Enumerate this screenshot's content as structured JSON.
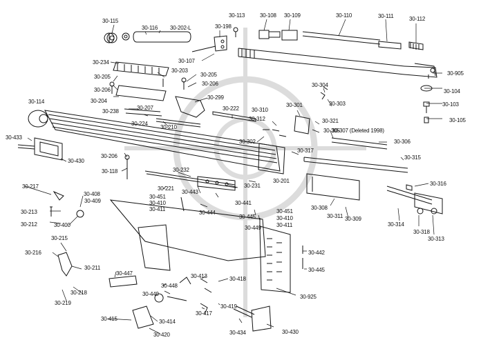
{
  "diagram": {
    "type": "exploded-parts-diagram",
    "colors": {
      "ink": "#111111",
      "watermark": "#d9d9d9",
      "background": "#ffffff"
    },
    "watermark_icon": "crosshair-scope-icon",
    "labels": [
      {
        "id": "l1",
        "text": "30-115"
      },
      {
        "id": "l2",
        "text": "30-116"
      },
      {
        "id": "l3",
        "text": "30-202-L"
      },
      {
        "id": "l4",
        "text": "30-198"
      },
      {
        "id": "l5",
        "text": "30-113"
      },
      {
        "id": "l6",
        "text": "30-108"
      },
      {
        "id": "l7",
        "text": "30-109"
      },
      {
        "id": "l8",
        "text": "30-110"
      },
      {
        "id": "l9",
        "text": "30-111"
      },
      {
        "id": "l10",
        "text": "30-112"
      },
      {
        "id": "l11",
        "text": "30-107"
      },
      {
        "id": "l12",
        "text": "30-905"
      },
      {
        "id": "l13",
        "text": "30-234"
      },
      {
        "id": "l14",
        "text": "30-203"
      },
      {
        "id": "l15",
        "text": "30-205"
      },
      {
        "id": "l16",
        "text": "30-205"
      },
      {
        "id": "l17",
        "text": "30-206"
      },
      {
        "id": "l18",
        "text": "30-206"
      },
      {
        "id": "l19",
        "text": "30-204"
      },
      {
        "id": "l20",
        "text": "30-299"
      },
      {
        "id": "l21",
        "text": "30-304"
      },
      {
        "id": "l22",
        "text": "30-104"
      },
      {
        "id": "l23",
        "text": "30-114"
      },
      {
        "id": "l24",
        "text": "30-207"
      },
      {
        "id": "l25",
        "text": "30-222"
      },
      {
        "id": "l26",
        "text": "30-310"
      },
      {
        "id": "l27",
        "text": "30-301"
      },
      {
        "id": "l28",
        "text": "30-303"
      },
      {
        "id": "l29",
        "text": "30-103"
      },
      {
        "id": "l30",
        "text": "30-238"
      },
      {
        "id": "l31",
        "text": "30-224"
      },
      {
        "id": "l32",
        "text": "30-312"
      },
      {
        "id": "l33",
        "text": "30-321"
      },
      {
        "id": "l34",
        "text": "30-105"
      },
      {
        "id": "l35",
        "text": "30-210"
      },
      {
        "id": "l36",
        "text": "30-305"
      },
      {
        "id": "l37",
        "text": "30-307 (Deleted 1998)"
      },
      {
        "id": "l38",
        "text": "30-433"
      },
      {
        "id": "l39",
        "text": "30-302"
      },
      {
        "id": "l40",
        "text": "30-306"
      },
      {
        "id": "l41",
        "text": "30-317"
      },
      {
        "id": "l42",
        "text": "30-206"
      },
      {
        "id": "l43",
        "text": "30-430"
      },
      {
        "id": "l44",
        "text": "30-315"
      },
      {
        "id": "l45",
        "text": "30-118"
      },
      {
        "id": "l46",
        "text": "30-232"
      },
      {
        "id": "l47",
        "text": "30-201"
      },
      {
        "id": "l48",
        "text": "30-316"
      },
      {
        "id": "l49",
        "text": "30-217"
      },
      {
        "id": "l50",
        "text": "30-221"
      },
      {
        "id": "l51",
        "text": "30-231"
      },
      {
        "id": "l52",
        "text": "30-408"
      },
      {
        "id": "l53",
        "text": "30-409"
      },
      {
        "id": "l54",
        "text": "30-443"
      },
      {
        "id": "l55",
        "text": "30-451"
      },
      {
        "id": "l56",
        "text": "30-410"
      },
      {
        "id": "l57",
        "text": "30-411"
      },
      {
        "id": "l58",
        "text": "30-441"
      },
      {
        "id": "l59",
        "text": "30-308"
      },
      {
        "id": "l60",
        "text": "30-213"
      },
      {
        "id": "l61",
        "text": "30-444"
      },
      {
        "id": "l62",
        "text": "30-451"
      },
      {
        "id": "l63",
        "text": "30-410"
      },
      {
        "id": "l64",
        "text": "30-311"
      },
      {
        "id": "l65",
        "text": "30-309"
      },
      {
        "id": "l66",
        "text": "30-212"
      },
      {
        "id": "l67",
        "text": "30-445"
      },
      {
        "id": "l68",
        "text": "30-411"
      },
      {
        "id": "l69",
        "text": "30-314"
      },
      {
        "id": "l70",
        "text": "30-400"
      },
      {
        "id": "l71",
        "text": "30-449"
      },
      {
        "id": "l72",
        "text": "30-318"
      },
      {
        "id": "l73",
        "text": "30-313"
      },
      {
        "id": "l74",
        "text": "30-215"
      },
      {
        "id": "l75",
        "text": "30-216"
      },
      {
        "id": "l76",
        "text": "30-442"
      },
      {
        "id": "l77",
        "text": "30-211"
      },
      {
        "id": "l78",
        "text": "30-445"
      },
      {
        "id": "l79",
        "text": "30-447"
      },
      {
        "id": "l80",
        "text": "30-413"
      },
      {
        "id": "l81",
        "text": "30-418"
      },
      {
        "id": "l82",
        "text": "30-218"
      },
      {
        "id": "l83",
        "text": "30-448"
      },
      {
        "id": "l84",
        "text": "30-449"
      },
      {
        "id": "l85",
        "text": "30-925"
      },
      {
        "id": "l86",
        "text": "30-219"
      },
      {
        "id": "l87",
        "text": "30-417"
      },
      {
        "id": "l88",
        "text": "30-419"
      },
      {
        "id": "l89",
        "text": "30-415"
      },
      {
        "id": "l90",
        "text": "30-414"
      },
      {
        "id": "l91",
        "text": "30-434"
      },
      {
        "id": "l92",
        "text": "30-430"
      },
      {
        "id": "l93",
        "text": "30-420"
      }
    ]
  }
}
